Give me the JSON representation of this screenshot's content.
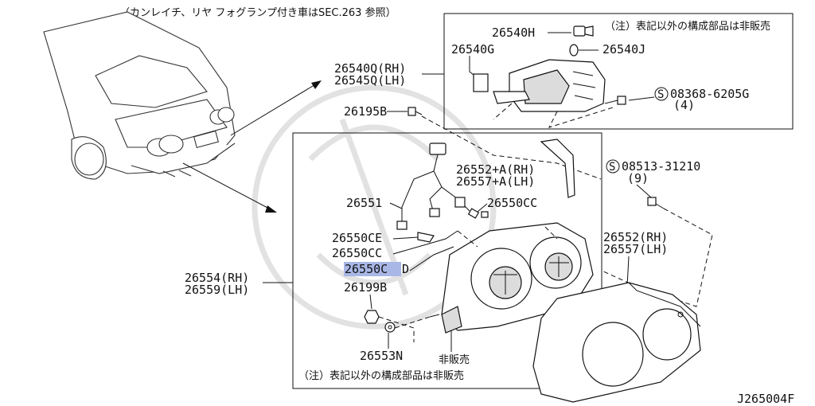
{
  "note_top": "（カンレイチ、リヤ フォグランプ付き車はSEC.263 参照）",
  "note_upper_box": "（注）表記以外の構成部品は非販売",
  "note_lower_box": "（注）表記以外の構成部品は非販売",
  "not_for_sale": "非販売",
  "diagram_code": "J265004F",
  "highlight_color": "#a9b7e6",
  "parts": {
    "p26540H": "26540H",
    "p26540G": "26540G",
    "p26540J": "26540J",
    "p26540Q": "26540Q(RH)",
    "p26545Q": "26545Q(LH)",
    "s08368": "08368-6205G",
    "s08368_qty": "(4)",
    "p26195B": "26195B",
    "p26552A": "26552+A(RH)",
    "p26557A": "26557+A(LH)",
    "s08513": "08513-31210",
    "s08513_qty": "(9)",
    "p26551": "26551",
    "p26550CC_top": "26550CC",
    "p26550CE": "26550CE",
    "p26550CC": "26550CC",
    "p26550CD_hl": "26550C",
    "p26550CD_tail": "D",
    "p26554": "26554(RH)",
    "p26559": "26559(LH)",
    "p26199B": "26199B",
    "p26553N": "26553N",
    "p26552": "26552(RH)",
    "p26557": "26557(LH)",
    "s_mark": "S"
  }
}
